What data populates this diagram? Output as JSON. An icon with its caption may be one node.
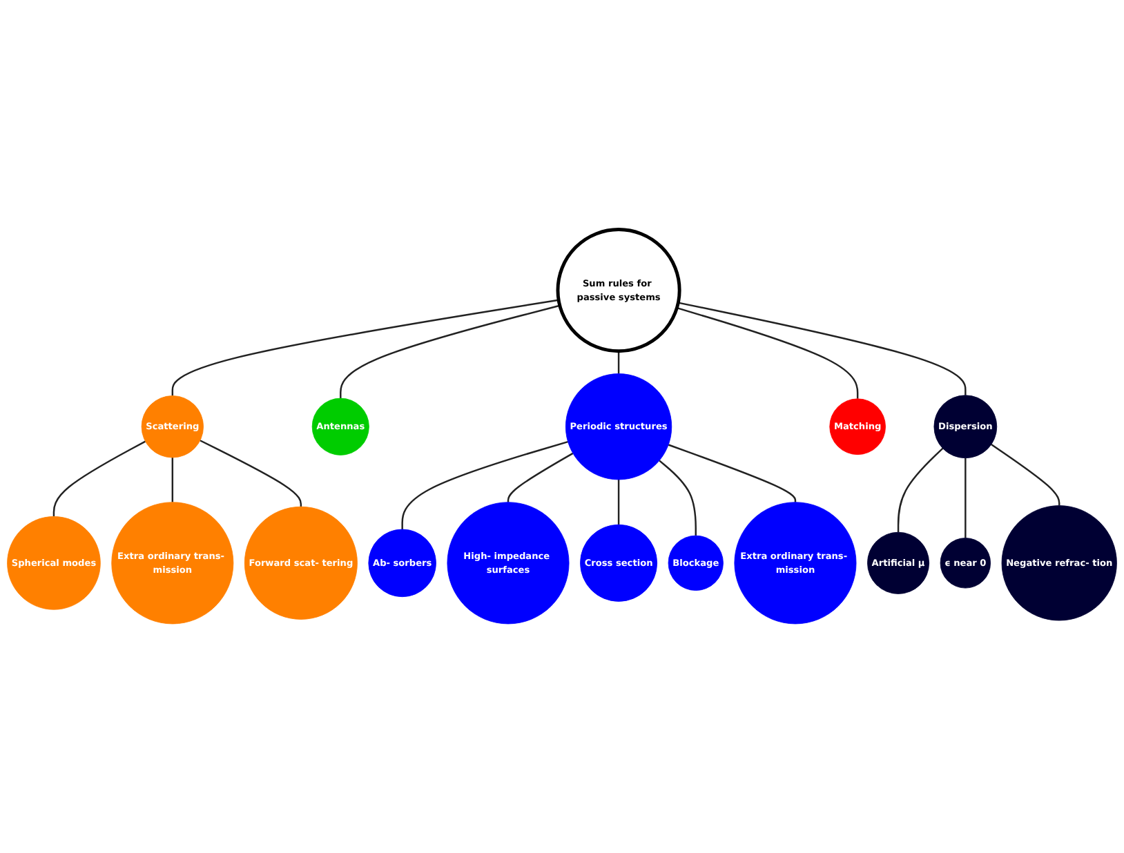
{
  "diagram": {
    "nodes": [
      {
        "text": [
          "Sum rules for passive systems"
        ]
      },
      {
        "text": [
          "Scattering"
        ]
      },
      {
        "text": [
          "Spherical modes"
        ]
      },
      {
        "text": [
          "Extra ordinary trans- mission"
        ]
      },
      {
        "text": [
          "Forward scat- tering"
        ]
      },
      {
        "text": [
          "Antennas"
        ]
      },
      {
        "text": [
          "Periodic structures"
        ]
      },
      {
        "text": [
          "Ab- sorbers"
        ]
      },
      {
        "text": [
          "High- impedance surfaces"
        ]
      },
      {
        "text": [
          "Cross section"
        ]
      },
      {
        "text": [
          "Blockage"
        ]
      },
      {
        "text": [
          "Extra ordinary trans- mission"
        ]
      },
      {
        "text": [
          "Matching"
        ]
      },
      {
        "text": [
          "Dispersion"
        ]
      },
      {
        "text": [
          "Artificial μ"
        ]
      },
      {
        "text": [
          "ϵ near 0"
        ]
      },
      {
        "text": [
          "Negative refrac- tion"
        ]
      }
    ],
    "edges": [
      {
        "from": 0,
        "to": 1,
        "arrow": "none"
      },
      {
        "from": 1,
        "to": 2,
        "arrow": "none"
      },
      {
        "from": 1,
        "to": 3,
        "arrow": "none"
      },
      {
        "from": 1,
        "to": 4,
        "arrow": "none"
      },
      {
        "from": 0,
        "to": 5,
        "arrow": "none"
      },
      {
        "from": 0,
        "to": 6,
        "arrow": "none"
      },
      {
        "from": 6,
        "to": 7,
        "arrow": "none"
      },
      {
        "from": 6,
        "to": 8,
        "arrow": "none"
      },
      {
        "from": 6,
        "to": 9,
        "arrow": "none"
      },
      {
        "from": 6,
        "to": 10,
        "arrow": "none"
      },
      {
        "from": 6,
        "to": 11,
        "arrow": "none"
      },
      {
        "from": 0,
        "to": 12,
        "arrow": "none"
      },
      {
        "from": 0,
        "to": 13,
        "arrow": "none"
      },
      {
        "from": 13,
        "to": 14,
        "arrow": "none"
      },
      {
        "from": 13,
        "to": 15,
        "arrow": "none"
      },
      {
        "from": 13,
        "to": 16,
        "arrow": "none"
      }
    ]
  }
}
